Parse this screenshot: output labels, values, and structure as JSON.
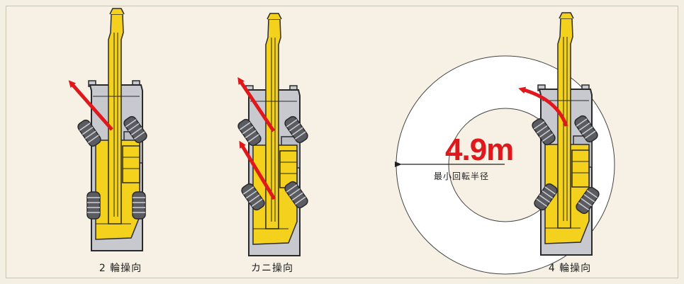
{
  "colors": {
    "background": "#f3efe2",
    "body_fill": "#c7c9cf",
    "boom_yellow": "#f3d11c",
    "outline": "#2a2a2a",
    "tire": "#5a5c62",
    "arrow_red": "#e0181c"
  },
  "panels": [
    {
      "caption": "2 輪操向",
      "steering": "front-only"
    },
    {
      "caption": "カニ操向",
      "steering": "crab"
    },
    {
      "caption": "4 輪操向",
      "steering": "four-wheel"
    }
  ],
  "turning_radius": {
    "value": "4.9m",
    "label": "最小回転半径"
  }
}
